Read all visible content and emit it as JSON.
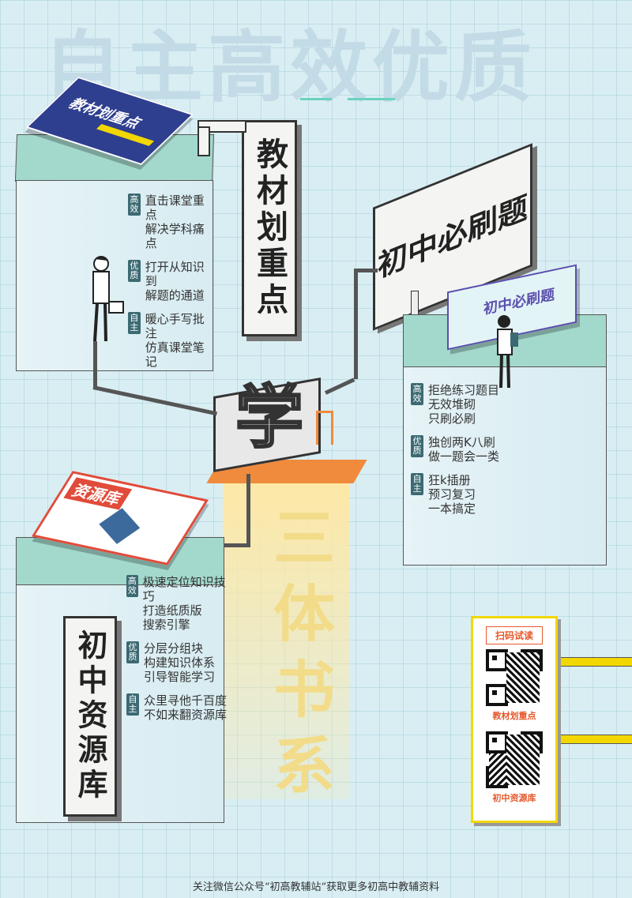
{
  "hero_title": "自主高效优质",
  "signs": {
    "textbook": "教材划重点",
    "drill": "初中必刷题",
    "resource": "初中资源库"
  },
  "center_big": "三体书系",
  "center_glyph": "学",
  "books": {
    "textbook": "教材划重点",
    "drill": "初中必刷题",
    "resource": "资源库"
  },
  "features_textbook": [
    {
      "tag": "高效",
      "text": "直击课堂重点\n解决学科痛点"
    },
    {
      "tag": "优质",
      "text": "打开从知识到\n解题的通道"
    },
    {
      "tag": "自主",
      "text": "暖心手写批注\n仿真课堂笔记"
    }
  ],
  "features_drill": [
    {
      "tag": "高效",
      "text": "拒绝练习题目\n无效堆砌\n只刷必刷"
    },
    {
      "tag": "优质",
      "text": "独创两K八刷\n做一题会一类"
    },
    {
      "tag": "自主",
      "text": "狂k插册\n预习复习\n一本搞定"
    }
  ],
  "features_resource": [
    {
      "tag": "高效",
      "text": "极速定位知识技巧\n打造纸质版\n搜索引擎"
    },
    {
      "tag": "优质",
      "text": "分层分组块\n构建知识体系\n引导智能学习"
    },
    {
      "tag": "自主",
      "text": "众里寻他千百度\n不如来翻资源库"
    }
  ],
  "qr": {
    "header": "扫码试读",
    "label1": "教材划重点",
    "label2": "初中资源库"
  },
  "footer": "关注微信公众号“初高教辅站”获取更多初高中教辅资料",
  "colors": {
    "background": "#d9eef3",
    "pillar_top": "#a3d9cc",
    "accent_orange": "#f08a3c",
    "accent_yellow": "#f2d800"
  }
}
